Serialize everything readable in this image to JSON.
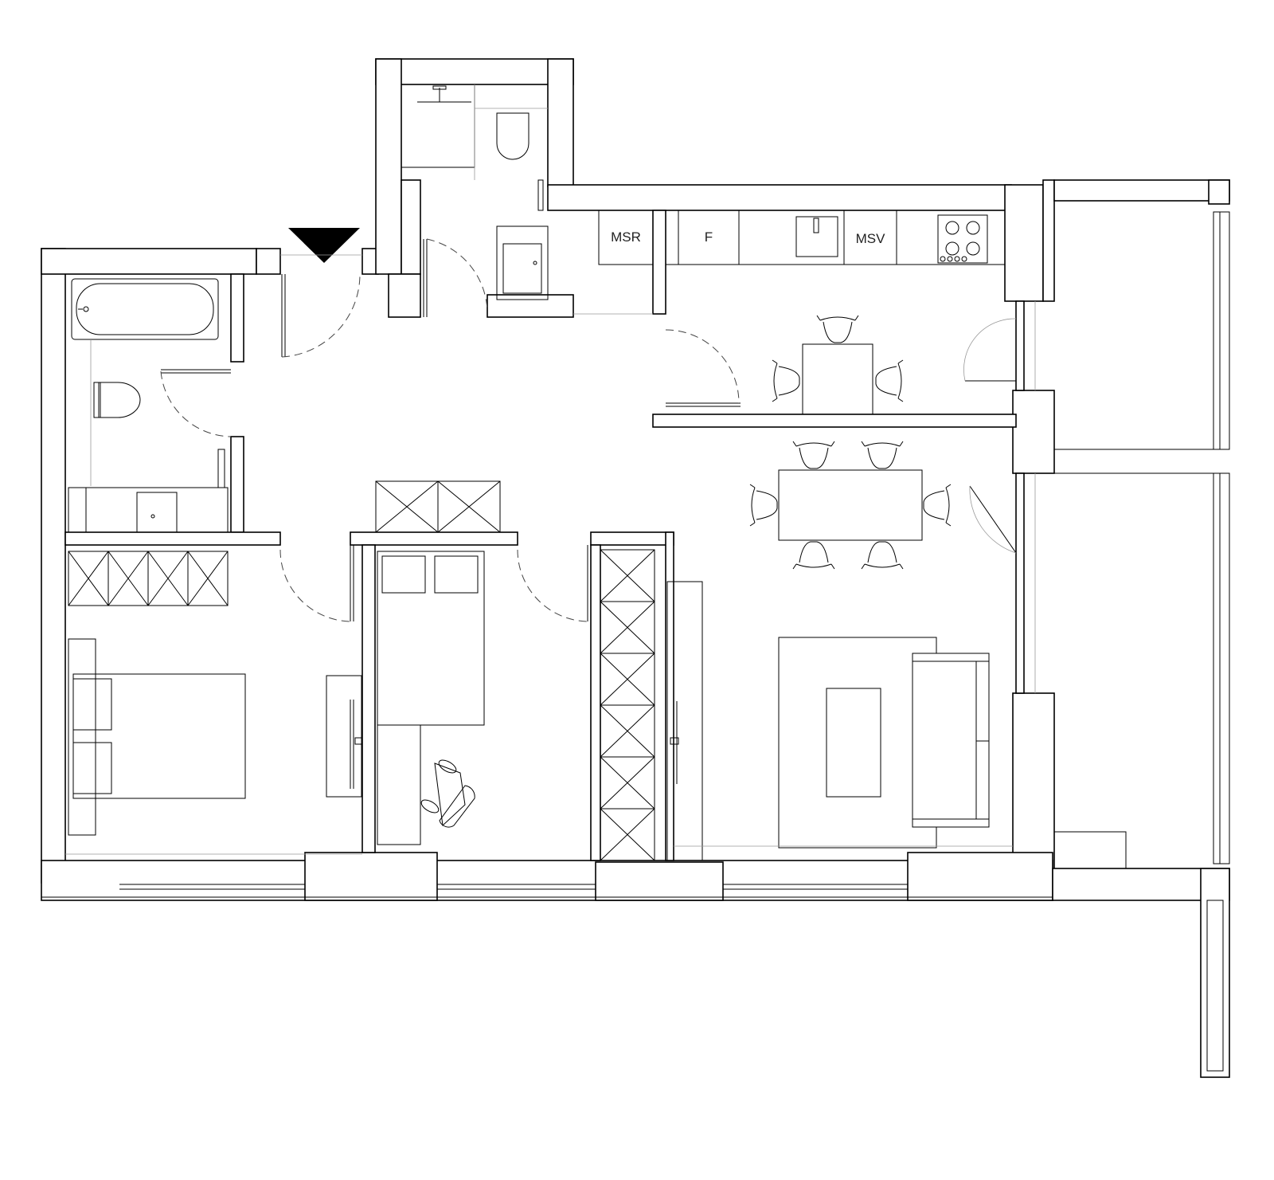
{
  "colors": {
    "line": "#000000",
    "background": "#ffffff",
    "entry_marker": "#000000"
  },
  "labels": {
    "msr": "MSR",
    "fridge": "F",
    "msv": "MSV"
  },
  "icons": [
    "entrance-arrow-icon",
    "bathtub-icon",
    "toilet-icon",
    "sink-icon",
    "shower-icon",
    "hob-icon",
    "bed-icon",
    "desk-chair-icon",
    "sofa-icon",
    "tv-icon",
    "wardrobe-icon",
    "dining-table-icon",
    "chair-icon"
  ]
}
